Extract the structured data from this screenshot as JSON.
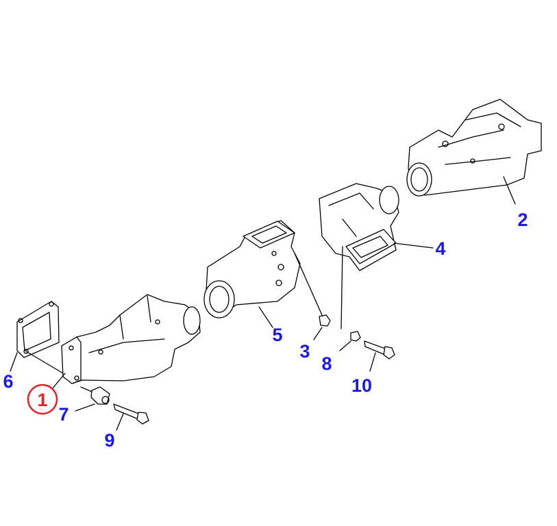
{
  "diagram": {
    "callouts": [
      {
        "id": "1",
        "label": "1",
        "highlighted": true
      },
      {
        "id": "2",
        "label": "2"
      },
      {
        "id": "3",
        "label": "3"
      },
      {
        "id": "4",
        "label": "4"
      },
      {
        "id": "5",
        "label": "5"
      },
      {
        "id": "6",
        "label": "6"
      },
      {
        "id": "7",
        "label": "7"
      },
      {
        "id": "8",
        "label": "8"
      },
      {
        "id": "9",
        "label": "9"
      },
      {
        "id": "10",
        "label": "10"
      }
    ],
    "colors": {
      "callout": "#1a1ae6",
      "highlight": "#e62020",
      "line": "#000000"
    }
  }
}
